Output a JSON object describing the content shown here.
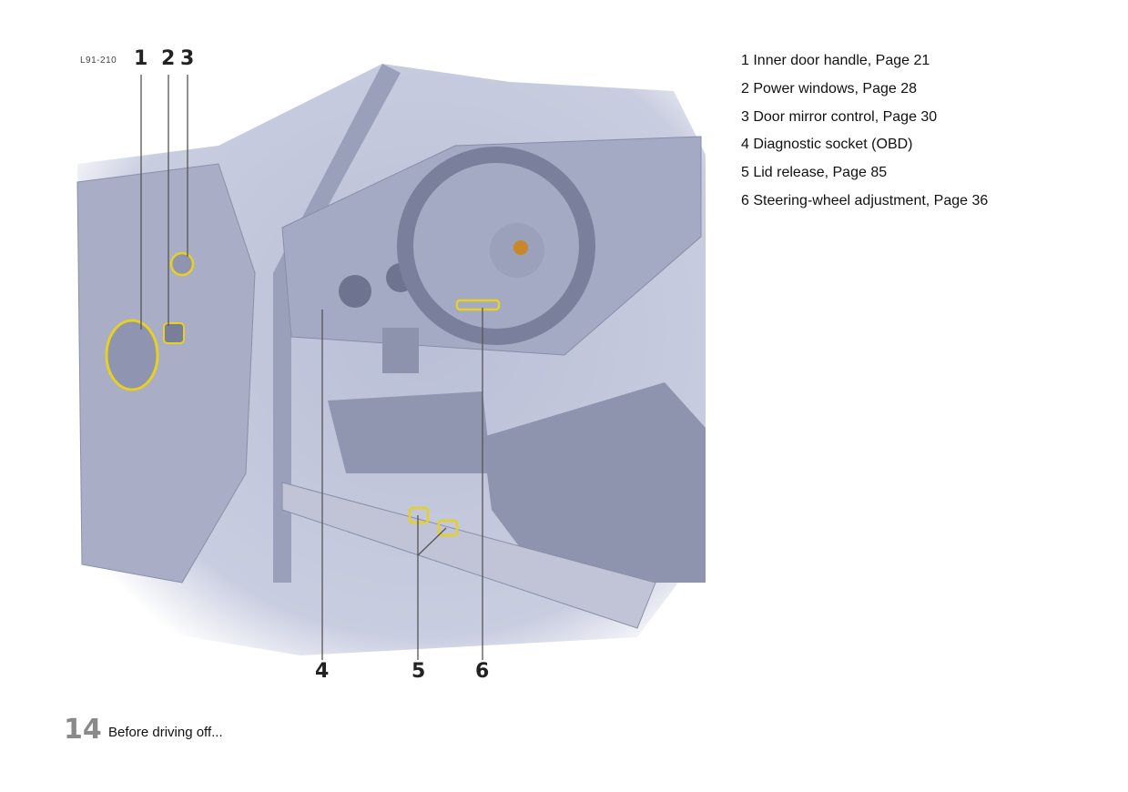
{
  "figure": {
    "id": "L91-210",
    "callouts": [
      "1",
      "2",
      "3",
      "4",
      "5",
      "6"
    ],
    "highlight_color": "#e8d020"
  },
  "legend": [
    "1 Inner door handle, Page 21",
    "2 Power windows, Page 28",
    "3 Door mirror control, Page 30",
    "4 Diagnostic socket (OBD)",
    "5 Lid release, Page 85",
    "6 Steering-wheel adjustment, Page 36"
  ],
  "footer": {
    "page_number": "14",
    "section": "Before driving off..."
  }
}
